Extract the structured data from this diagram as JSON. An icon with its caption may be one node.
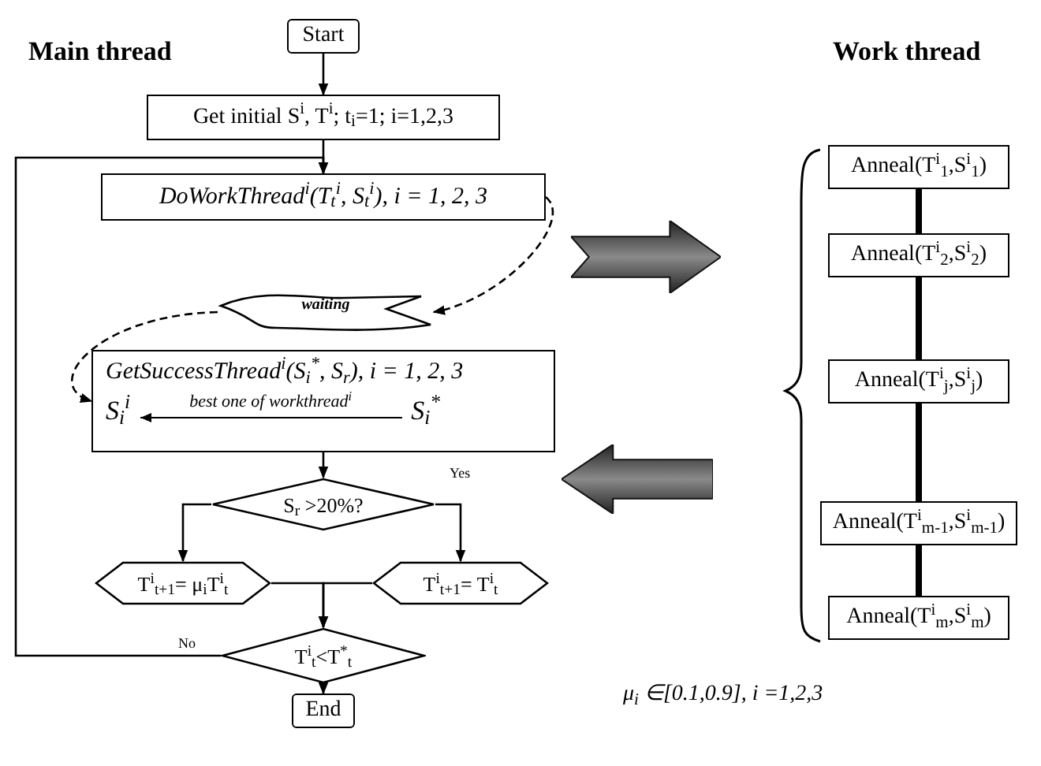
{
  "diagram": {
    "nodes": [
      {
        "text": [
          "Start"
        ]
      },
      {
        "text": [
          "Get initial S$^{i}$, T$^{i}$; t$_{i}$=1; i=1,2,3"
        ]
      },
      {
        "text": [
          "DoWorkThread$^{i}$(T$_{t}$$^{i}$, S$_{t}$$^{i}$), i = 1, 2, 3"
        ]
      },
      {
        "text": [
          "waiting"
        ]
      },
      {
        "text": [
          "GetSuccessThread$^{i}$(S$_{i}$$^{*}$, S$_{r}$), i = 1, 2, 3",
          "S$_{i}$$^{i}$",
          "best one of workthread$^{i}$",
          "S$_{i}$$^{*}$"
        ]
      },
      {
        "text": [
          "S$_{r}$ >20%?"
        ]
      },
      {
        "text": [
          "T$^{i}$$_{t+1}$= μ$_{i}$T$^{i}$$_{t}$"
        ]
      },
      {
        "text": [
          "T$^{i}$$_{t+1}$= T$^{i}$$_{t}$"
        ]
      },
      {
        "text": [
          "T$^{i}$$_{t}$<T$^{*}$$_{t}$"
        ]
      },
      {
        "text": [
          "End"
        ]
      },
      {
        "text": [
          "Anneal(T$^{i}$$_{1}$,S$^{i}$$_{1}$)"
        ]
      },
      {
        "text": [
          "Anneal(T$^{i}$$_{2}$,S$^{i}$$_{2}$)"
        ]
      },
      {
        "text": [
          "Anneal(T$^{i}$$_{j}$,S$^{i}$$_{j}$)"
        ]
      },
      {
        "text": [
          "Anneal(T$^{i}$$_{m-1}$,S$^{i}$$_{m-1}$)"
        ]
      },
      {
        "text": [
          "Anneal(T$^{i}$$_{m}$,S$^{i}$$_{m}$)"
        ]
      },
      {
        "text": [],
        "shape": "arrow"
      },
      {
        "text": [],
        "shape": "arrow"
      }
    ],
    "edges": [
      {
        "from": 0,
        "to": 1,
        "arrow": "to"
      },
      {
        "from": 1,
        "to": 2,
        "arrow": "to"
      },
      {
        "from": 2,
        "to": 3,
        "arrow": "to",
        "style": "dashed"
      },
      {
        "from": 3,
        "to": 4,
        "arrow": "to",
        "style": "dashed"
      },
      {
        "from": 4,
        "to": 5,
        "arrow": "to"
      },
      {
        "from": 5,
        "to": 6,
        "arrow": "to"
      },
      {
        "from": 5,
        "to": 7,
        "arrow": "to",
        "label": "Yes"
      },
      {
        "from": 6,
        "to": 8,
        "arrow": "to"
      },
      {
        "from": 7,
        "to": 8,
        "arrow": "to"
      },
      {
        "from": 8,
        "to": 9,
        "arrow": "to"
      },
      {
        "from": 8,
        "to": 2,
        "arrow": "to",
        "label": "No"
      },
      {
        "from": 10,
        "to": 11,
        "arrow": "none",
        "style": "thick"
      },
      {
        "from": 11,
        "to": 12,
        "arrow": "none",
        "style": "thick"
      },
      {
        "from": 12,
        "to": 13,
        "arrow": "none",
        "style": "thick"
      },
      {
        "from": 13,
        "to": 14,
        "arrow": "none",
        "style": "thick"
      }
    ],
    "labels": [
      "Main thread",
      "Work thread",
      "μ$_{i}$ ∈[0.1,0.9], i =1,2,3"
    ]
  }
}
